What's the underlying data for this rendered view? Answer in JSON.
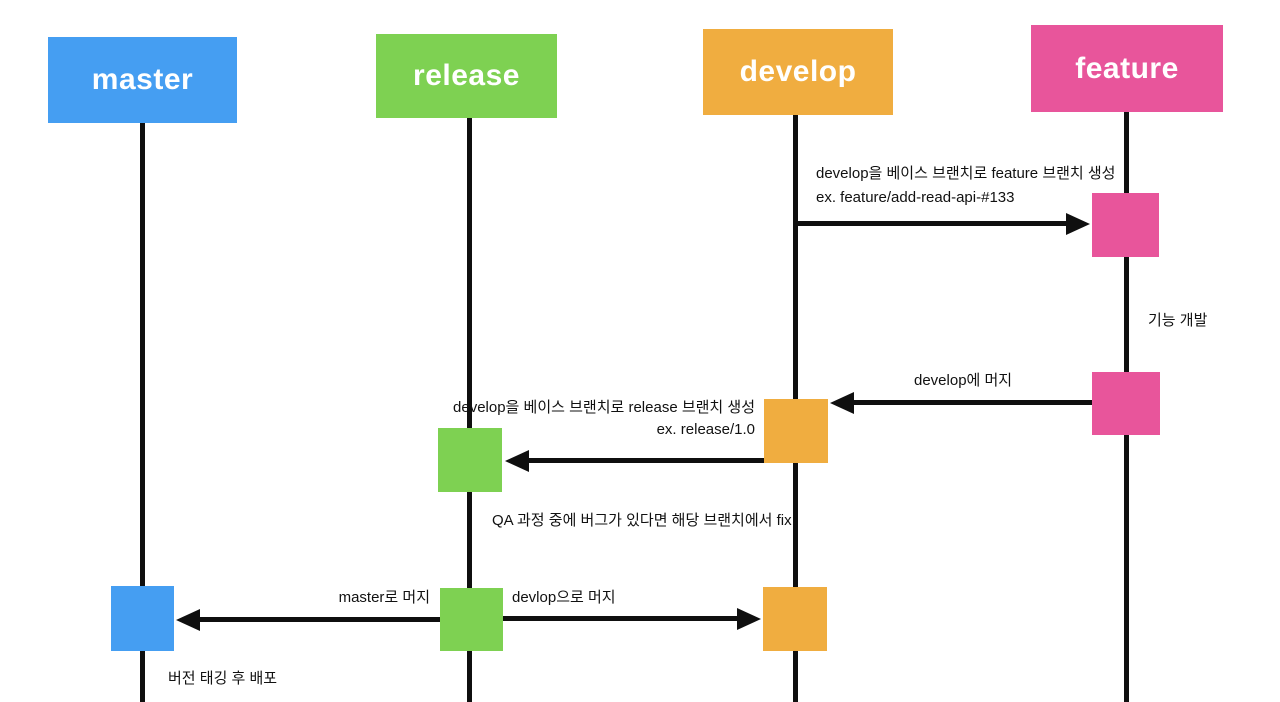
{
  "diagram_title": "git branching strategy sequence diagram",
  "colors": {
    "master": "#459EF2",
    "release": "#7ED152",
    "develop": "#F0AD40",
    "feature": "#E8559B",
    "line": "#0F0F0F"
  },
  "lanes": [
    {
      "id": "master",
      "label": "master"
    },
    {
      "id": "release",
      "label": "release"
    },
    {
      "id": "develop",
      "label": "develop"
    },
    {
      "id": "feature",
      "label": "feature"
    }
  ],
  "messages": {
    "create_feature_line1": "develop을 베이스 브랜치로 feature 브랜치 생성",
    "create_feature_line2": "ex. feature/add-read-api-#133",
    "merge_feature_to_develop": "develop에 머지",
    "create_release_line1": "develop을 베이스 브랜치로 release 브랜치 생성",
    "create_release_line2": "ex. release/1.0",
    "merge_release_to_master": "master로 머지",
    "merge_release_to_develop": "devlop으로 머지"
  },
  "notes": {
    "feature_dev": "기능 개발",
    "qa": "QA 과정 중에 버그가 있다면 해당 브랜치에서 fix",
    "deploy": "버전 태깅 후 배포"
  }
}
